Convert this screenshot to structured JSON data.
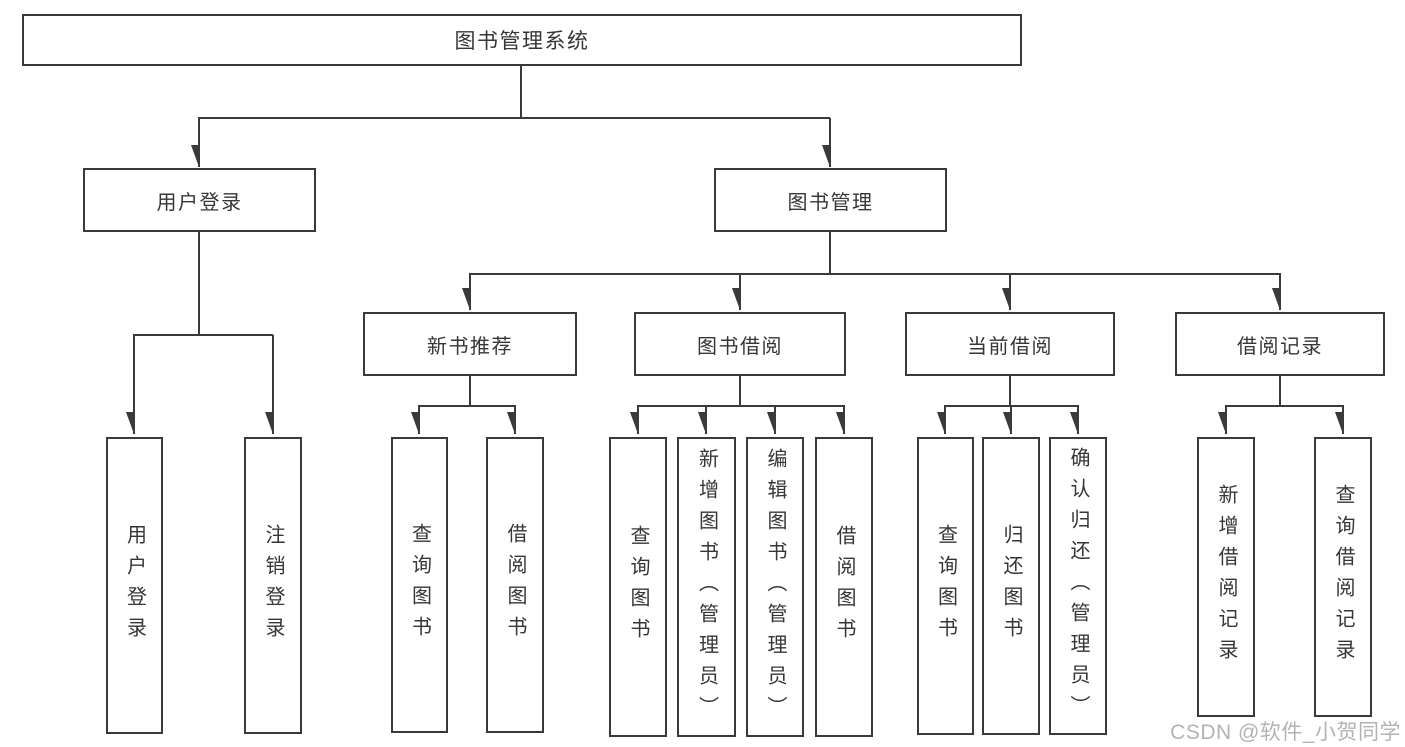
{
  "colors": {
    "line": "#3a3a3a",
    "text": "#363636",
    "background": "#ffffff",
    "watermark": "#b5b2b5"
  },
  "watermark": "CSDN @软件_小贺同学",
  "tree": {
    "root": "图书管理系统",
    "login": {
      "label": "用户登录",
      "children": [
        "用户登录",
        "注销登录"
      ]
    },
    "manage": {
      "label": "图书管理",
      "groups": [
        {
          "label": "新书推荐",
          "children": [
            "查询图书",
            "借阅图书"
          ]
        },
        {
          "label": "图书借阅",
          "children": [
            "查询图书",
            "新增图书（管理员）",
            "编辑图书（管理员）",
            "借阅图书"
          ]
        },
        {
          "label": "当前借阅",
          "children": [
            "查询图书",
            "归还图书",
            "确认归还（管理员）"
          ]
        },
        {
          "label": "借阅记录",
          "children": [
            "新增借阅记录",
            "查询借阅记录"
          ]
        }
      ]
    }
  }
}
